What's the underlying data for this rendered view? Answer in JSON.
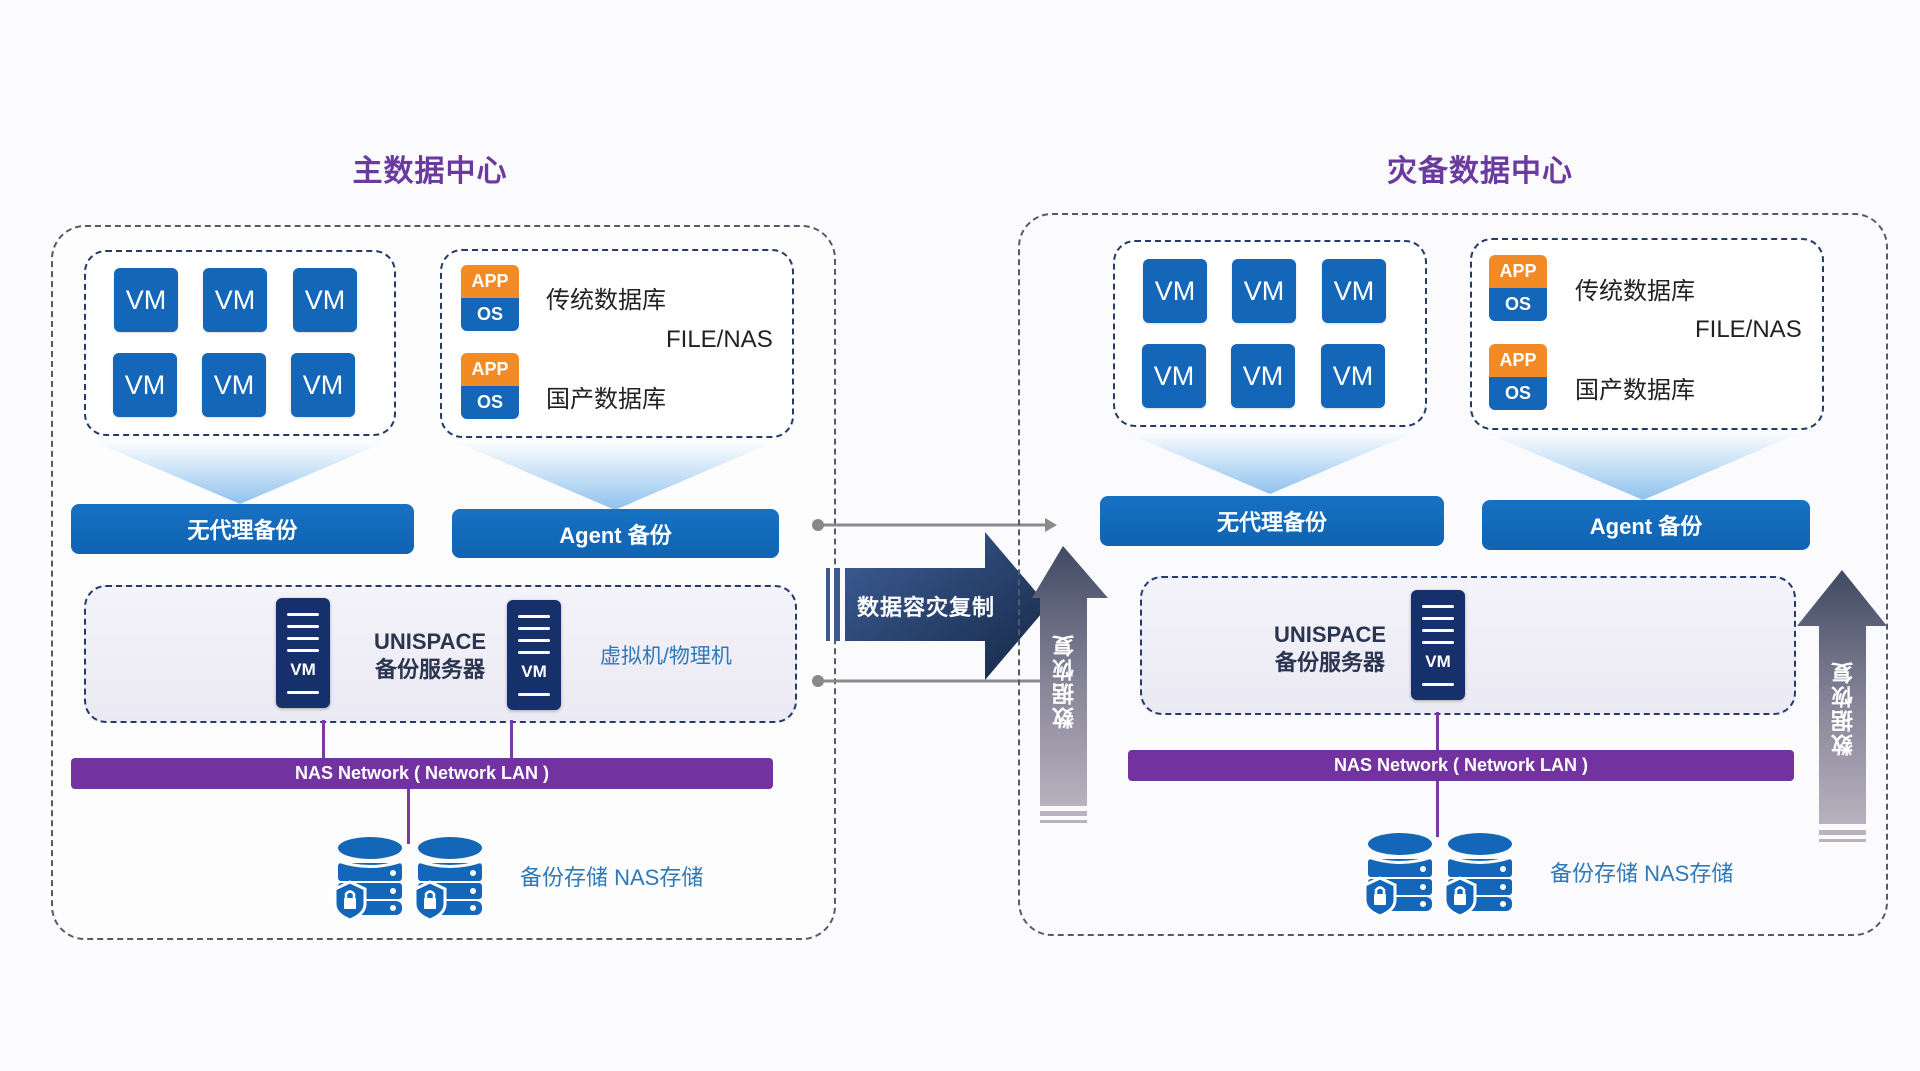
{
  "primary_dc": {
    "title": "主数据中心",
    "vms": [
      "VM",
      "VM",
      "VM",
      "VM",
      "VM",
      "VM"
    ],
    "app_stacks": [
      {
        "app": "APP",
        "os": "OS",
        "label": "传统数据库"
      },
      {
        "app": "APP",
        "os": "OS",
        "label": "国产数据库"
      }
    ],
    "file_nas_label": "FILE/NAS",
    "agentless_backup_label": "无代理备份",
    "agent_backup_label": "Agent 备份",
    "server_box": {
      "server_vm_label": "VM",
      "title_line1": "UNISPACE",
      "title_line2": "备份服务器",
      "host_label": "虚拟机/物理机"
    },
    "network_label": "NAS Network ( Network LAN )",
    "storage_label": "备份存储 NAS存储"
  },
  "dr_dc": {
    "title": "灾备数据中心",
    "vms": [
      "VM",
      "VM",
      "VM",
      "VM",
      "VM",
      "VM"
    ],
    "app_stacks": [
      {
        "app": "APP",
        "os": "OS",
        "label": "传统数据库"
      },
      {
        "app": "APP",
        "os": "OS",
        "label": "国产数据库"
      }
    ],
    "file_nas_label": "FILE/NAS",
    "agentless_backup_label": "无代理备份",
    "agent_backup_label": "Agent 备份",
    "server_box": {
      "server_vm_label": "VM",
      "title_line1": "UNISPACE",
      "title_line2": "备份服务器"
    },
    "network_label": "NAS Network ( Network LAN )",
    "storage_label": "备份存储 NAS存储"
  },
  "flows": {
    "replication_label": "数据容灾复制",
    "restore_label": "数据恢复"
  },
  "colors": {
    "title_purple": "#6b3a9e",
    "vm_blue": "#1467b8",
    "app_orange": "#f28a25",
    "server_navy": "#15306b",
    "network_purple": "#7232a0",
    "label_blue": "#2e79b9"
  }
}
